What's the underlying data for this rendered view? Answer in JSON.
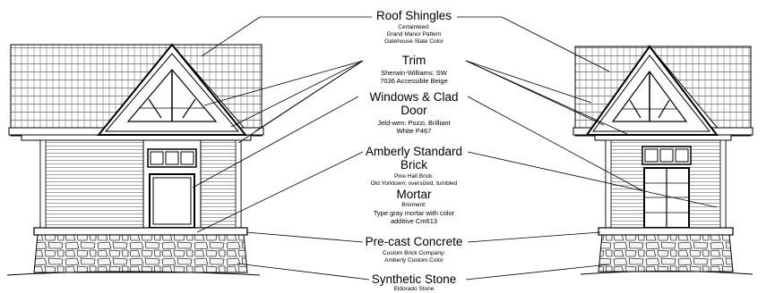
{
  "callouts": {
    "roof": {
      "title": "Roof Shingles",
      "brand": "Certainteed:",
      "line1": "Grand Manor Pattern",
      "line2": "Gatehouse Slate Color"
    },
    "trim": {
      "title": "Trim",
      "line1": "Sherwin-Williams:  SW",
      "line2": "7036 Accessible Beige"
    },
    "windows": {
      "title_line1": "Windows & Clad",
      "title_line2": "Door",
      "line1": "Jeld-wen:  Pozzi, Brilliant",
      "line2": "White P467"
    },
    "brick": {
      "title_line1": "Amberly Standard",
      "title_line2": "Brick",
      "brand": "Pine Hall Brick:",
      "line1": "Old Yorktown; oversized, tumbled"
    },
    "mortar": {
      "title": "Mortar",
      "brand": "Brixment:",
      "line1": "Type gray mortar with color",
      "line2": "additive Cm613"
    },
    "concrete": {
      "title": "Pre-cast Concrete",
      "brand": "Custom Brick Company:",
      "line1": "Amberly Custom Color"
    },
    "stone": {
      "title": "Synthetic Stone",
      "brand": "Eldorado Stone"
    }
  }
}
